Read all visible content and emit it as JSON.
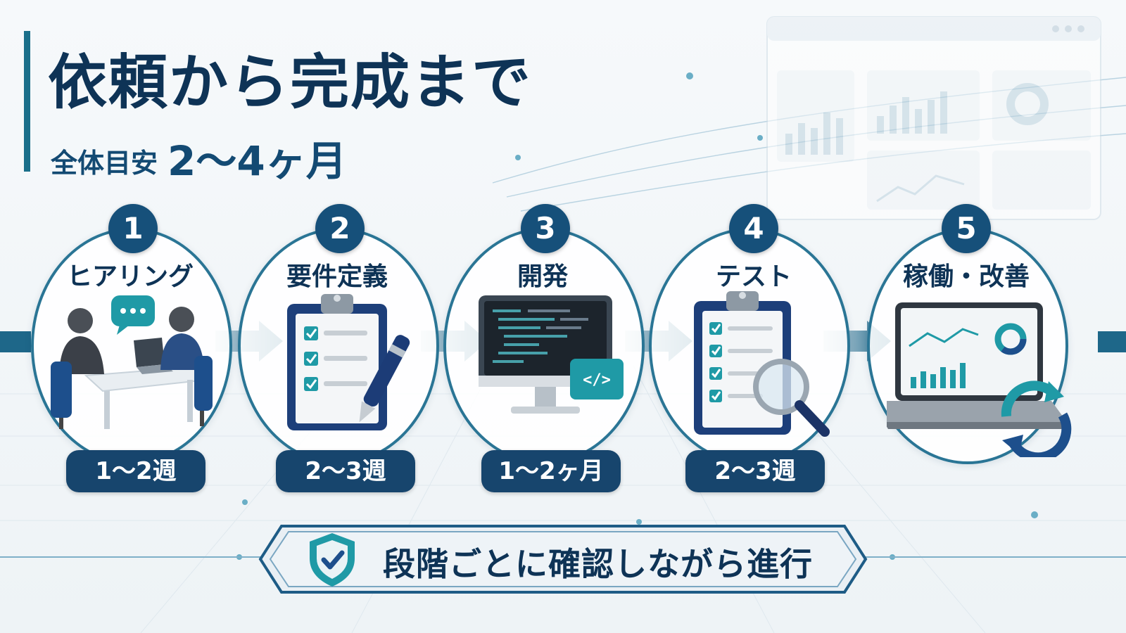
{
  "header": {
    "title": "依頼から完成まで",
    "subtitle_label": "全体目安",
    "subtitle_value": "2～4ヶ月"
  },
  "steps": [
    {
      "number": "1",
      "label": "ヒアリング",
      "duration": "1～2週",
      "icon": "meeting-icon"
    },
    {
      "number": "2",
      "label": "要件定義",
      "duration": "2～3週",
      "icon": "checklist-pen-icon"
    },
    {
      "number": "3",
      "label": "開発",
      "duration": "1～2ヶ月",
      "icon": "monitor-code-icon"
    },
    {
      "number": "4",
      "label": "テスト",
      "duration": "2～3週",
      "icon": "checklist-magnifier-icon"
    },
    {
      "number": "5",
      "label": "稼働・改善",
      "duration": "",
      "icon": "laptop-dashboard-refresh-icon"
    }
  ],
  "footer": {
    "banner_text": "段階ごとに確認しながら進行",
    "icon": "shield-check-icon"
  },
  "colors": {
    "navy": "#0e3356",
    "primary": "#16507a",
    "accent": "#1a6f8a",
    "teal": "#1f9aa6",
    "background": "#f3f7fa"
  }
}
